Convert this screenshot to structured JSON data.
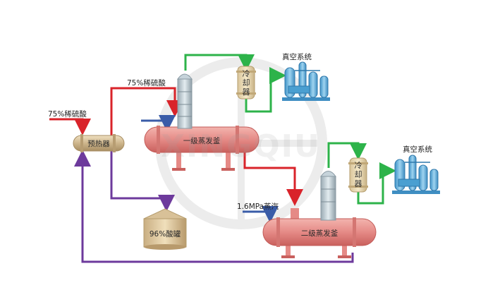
{
  "diagram": {
    "feed_label": "75%稀硫酸",
    "feed_to_evap_label": "75%稀硫酸",
    "preheater_label": "预热器",
    "evaporator1_label": "一级蒸发釜",
    "evaporator2_label": "二级蒸发釜",
    "condenser1_label": "冷却器",
    "condenser2_label": "冷却器",
    "vacuum1_label": "真空系统",
    "vacuum2_label": "真空系统",
    "steam_label": "1.6MPa蒸汽",
    "product_tank_label": "96%酸罐",
    "watermark": "XINGQIU"
  },
  "colors": {
    "acid_line": "#d9232a",
    "vapor_line": "#2db34a",
    "steam_line": "#3a5ca8",
    "return_line": "#6d3a9c",
    "vessel": "#e58a86",
    "preheater": "#cdb58c",
    "condenser": "#e9d7ad",
    "column": "#b5c4cc",
    "vacuum": "#5fb0dc"
  }
}
